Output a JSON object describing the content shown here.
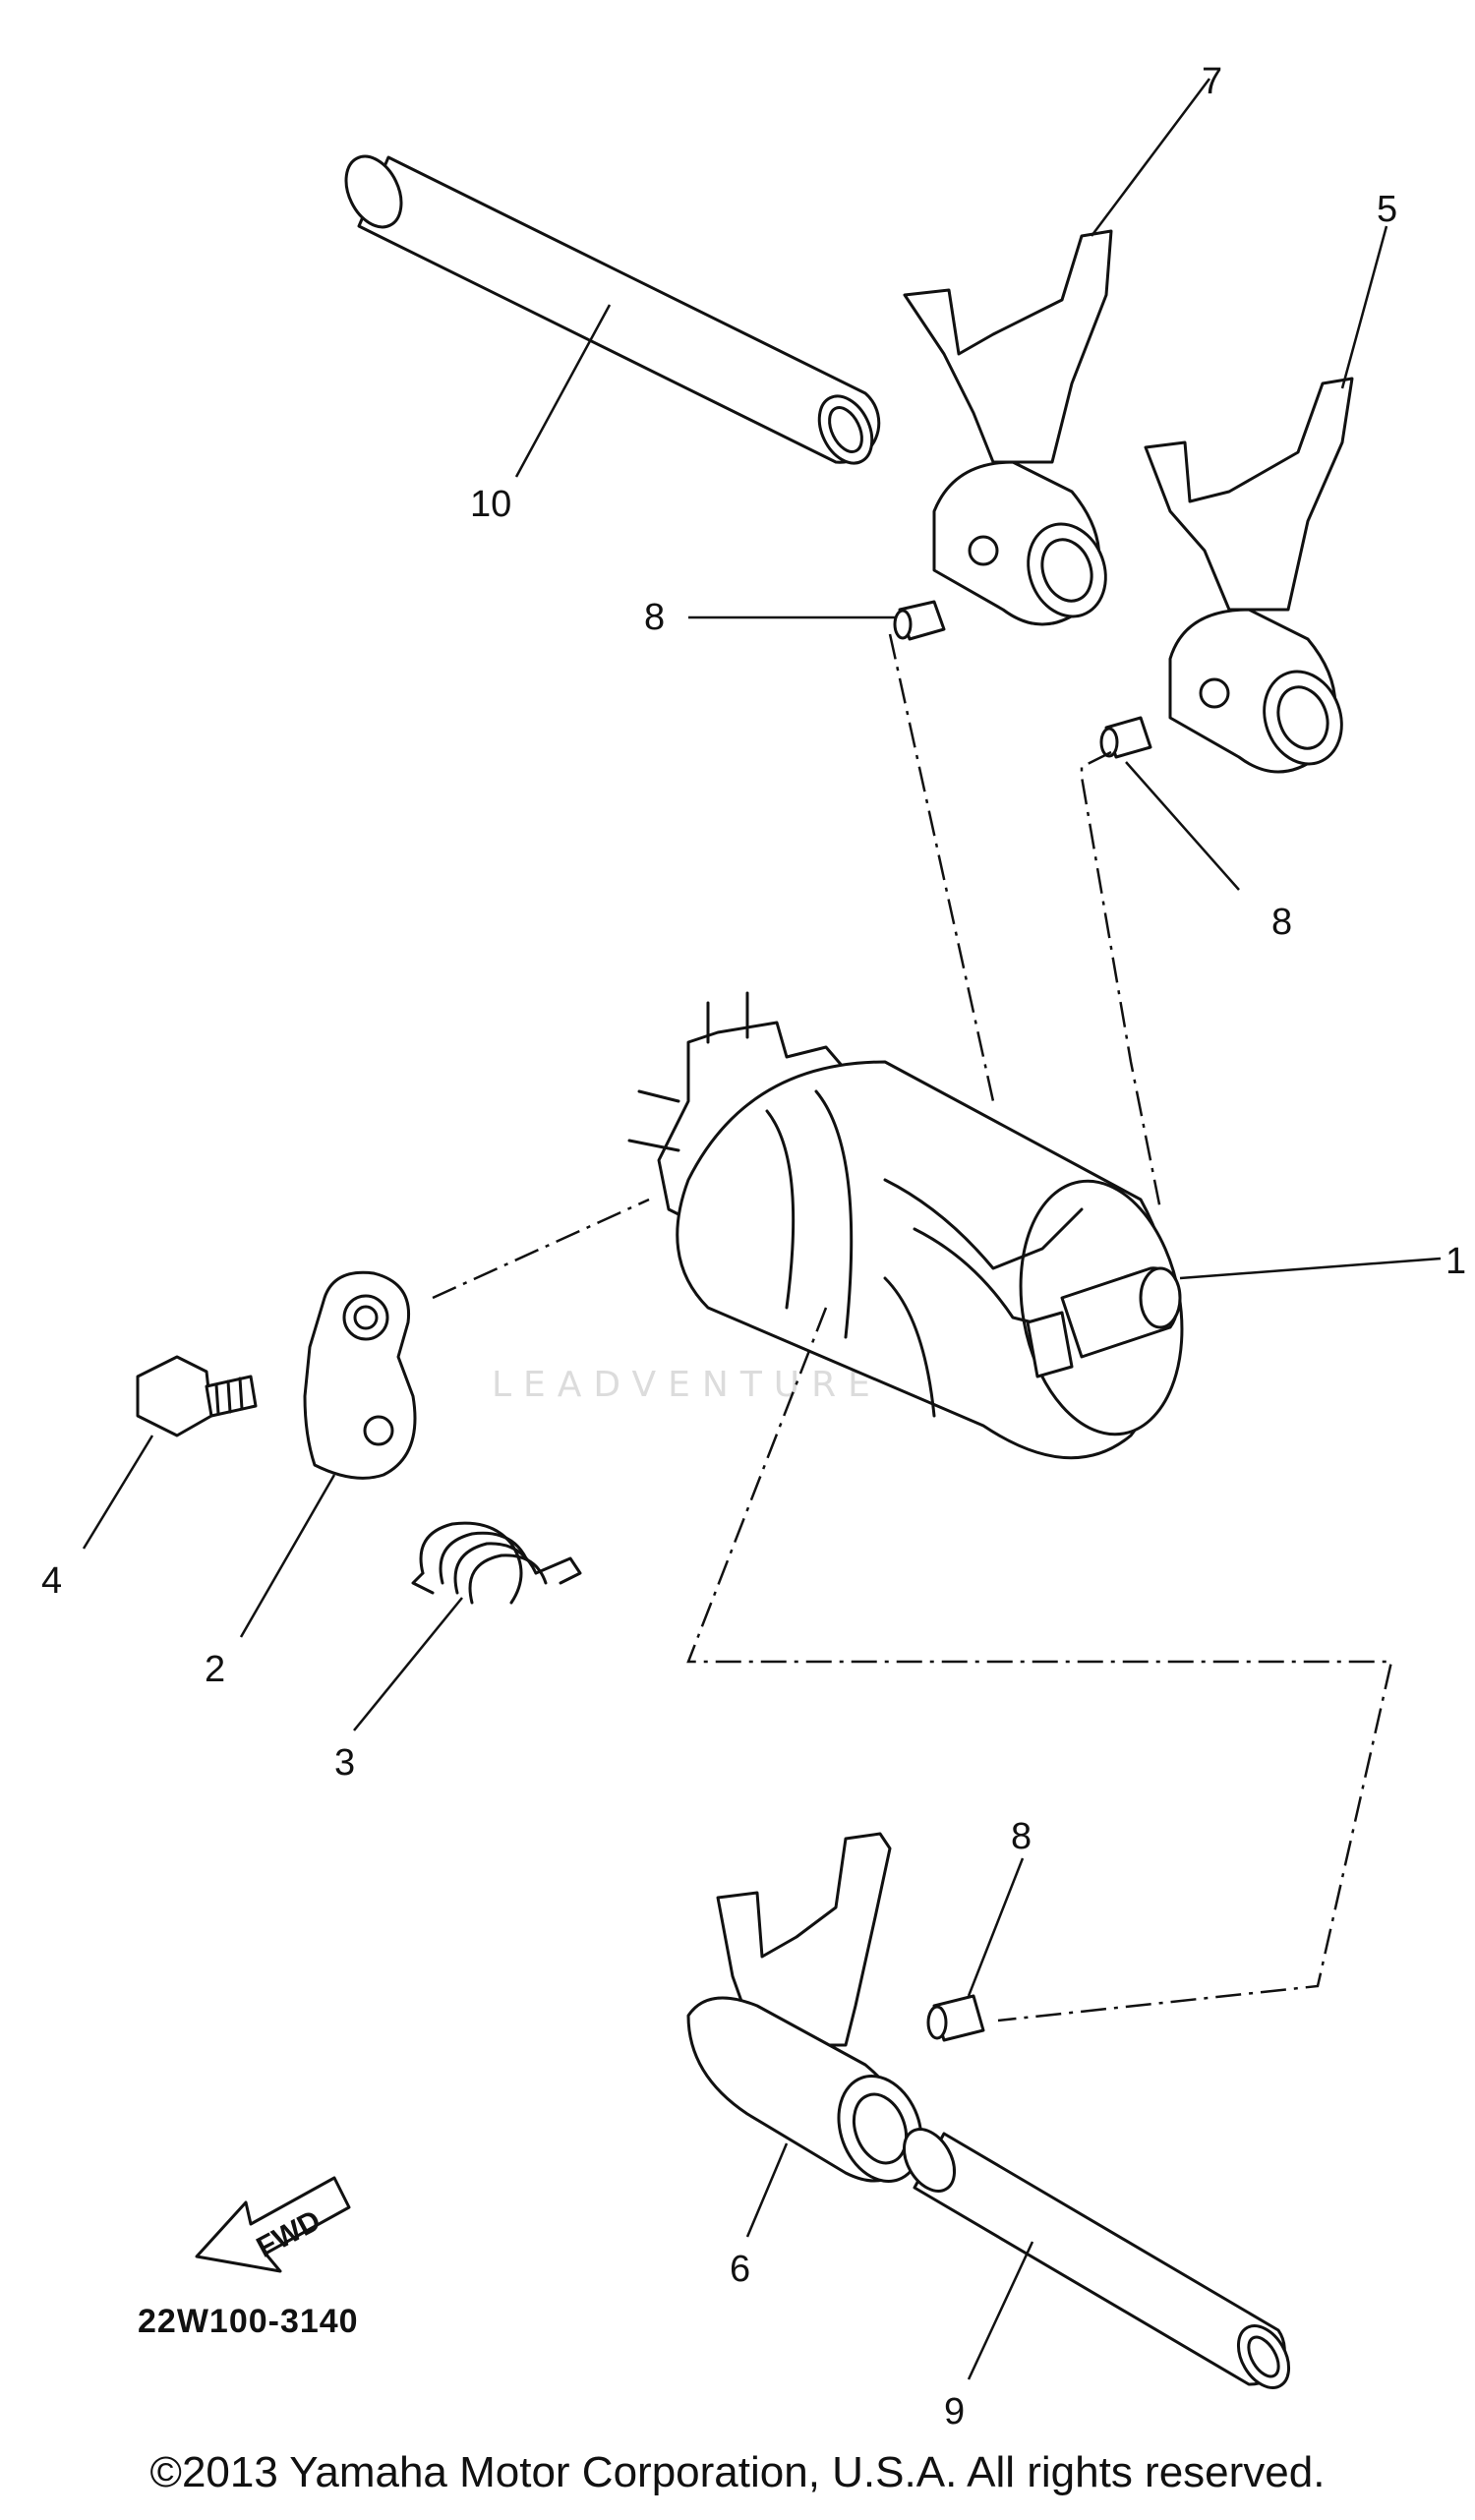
{
  "callouts": {
    "c1": "1",
    "c2": "2",
    "c3": "3",
    "c4": "4",
    "c5": "5",
    "c6": "6",
    "c7": "7",
    "c8a": "8",
    "c8b": "8",
    "c8c": "8",
    "c9": "9",
    "c10": "10"
  },
  "diagram_code": "22W100-3140",
  "fwd_label": "FWD",
  "watermark": "LEADVENTURE",
  "copyright": "©2013 Yamaha Motor Corporation, U.S.A. All rights reserved."
}
